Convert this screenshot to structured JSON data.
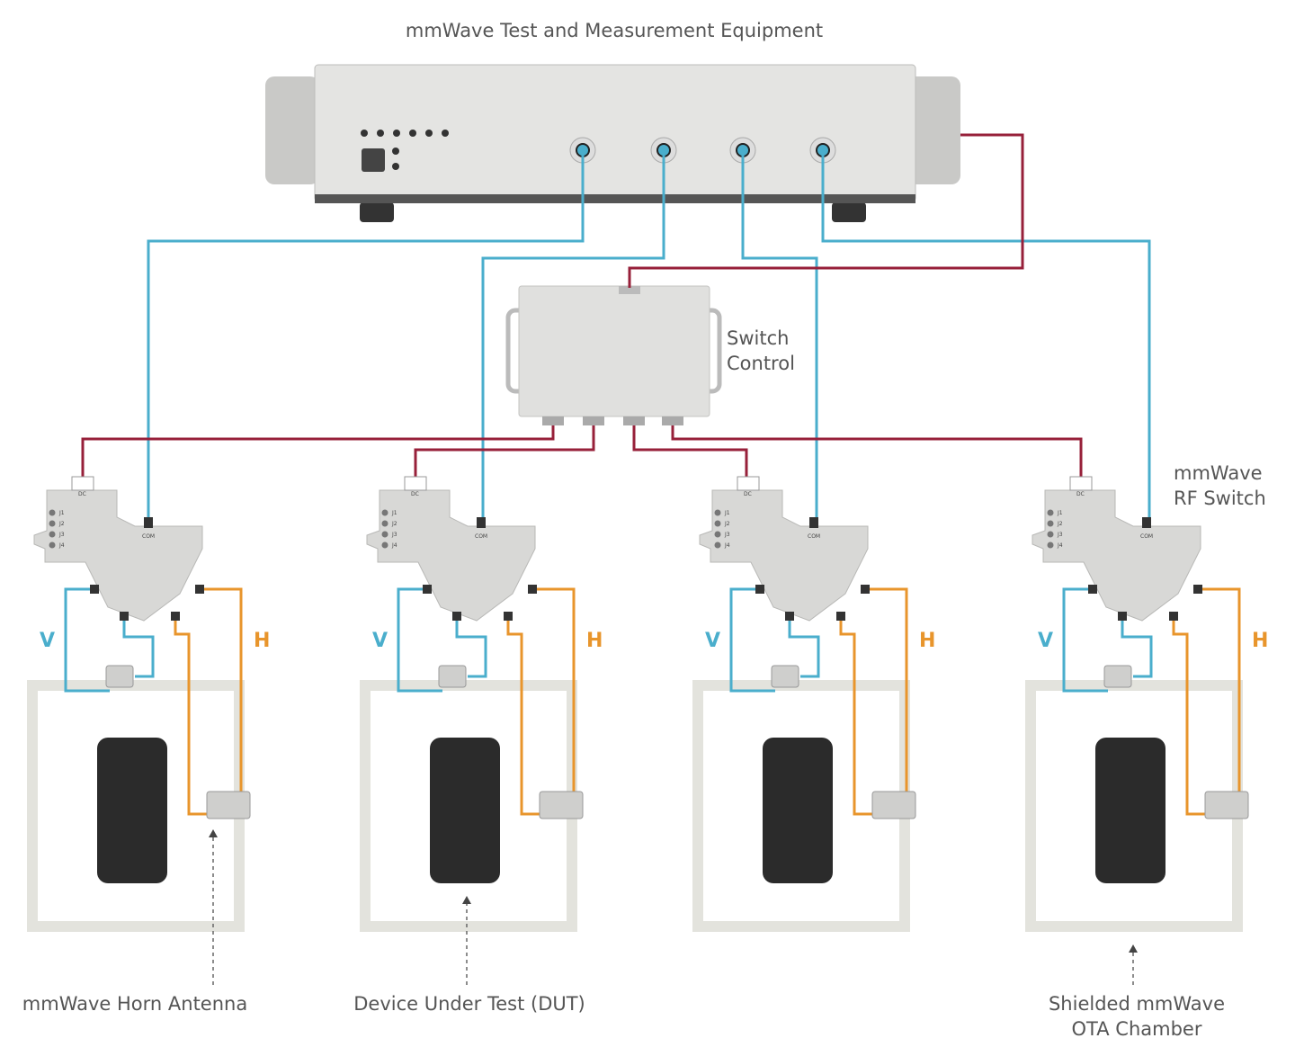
{
  "title": "mmWave Test and Measurement Equipment",
  "switch_control": {
    "line1": "Switch",
    "line2": "Control"
  },
  "rf_switch": {
    "line1": "mmWave",
    "line2": "RF Switch"
  },
  "switch_labels": {
    "dc": "DC",
    "com": "COM",
    "ports": [
      "J1",
      "J2",
      "J3",
      "J4"
    ]
  },
  "polarization": {
    "vertical": "V",
    "horizontal": "H"
  },
  "callouts": {
    "horn_antenna": "mmWave Horn Antenna",
    "dut": "Device Under Test (DUT)",
    "chamber_line1": "Shielded mmWave",
    "chamber_line2": "OTA Chamber"
  },
  "test_stations": 4,
  "colors": {
    "rf_cable_blue": "#4aaecc",
    "control_cable_red": "#97203a",
    "h_cable_orange": "#e8952c",
    "chamber_wall": "#e3e3dd",
    "device": "#2b2b2b",
    "equipment_body": "#e4e4e2"
  }
}
